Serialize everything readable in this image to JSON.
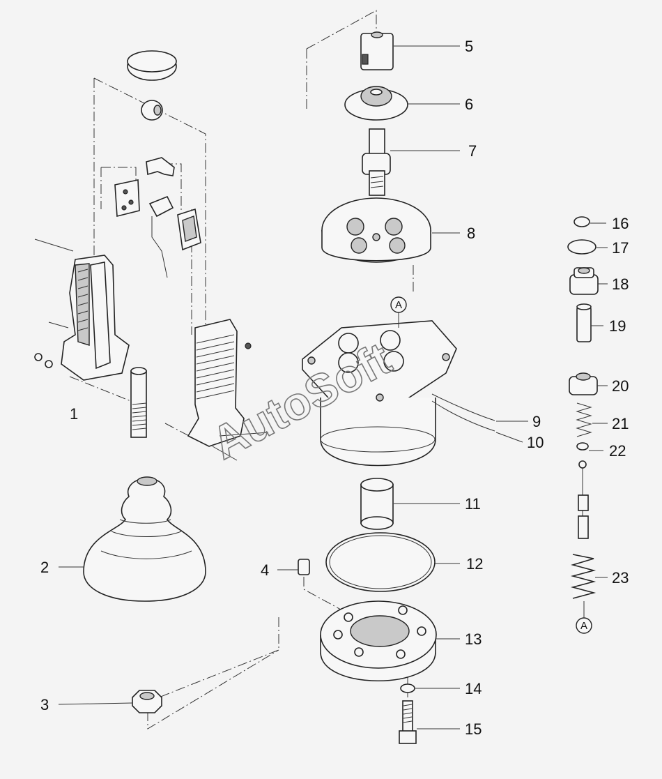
{
  "watermark": "AutoSoft",
  "ref_marker": "A",
  "callouts": [
    {
      "id": "1",
      "label": "1"
    },
    {
      "id": "2",
      "label": "2"
    },
    {
      "id": "3",
      "label": "3"
    },
    {
      "id": "4",
      "label": "4"
    },
    {
      "id": "5",
      "label": "5"
    },
    {
      "id": "6",
      "label": "6"
    },
    {
      "id": "7",
      "label": "7"
    },
    {
      "id": "8",
      "label": "8"
    },
    {
      "id": "9",
      "label": "9"
    },
    {
      "id": "10",
      "label": "10"
    },
    {
      "id": "11",
      "label": "11"
    },
    {
      "id": "12",
      "label": "12"
    },
    {
      "id": "13",
      "label": "13"
    },
    {
      "id": "14",
      "label": "14"
    },
    {
      "id": "15",
      "label": "15"
    },
    {
      "id": "16",
      "label": "16"
    },
    {
      "id": "17",
      "label": "17"
    },
    {
      "id": "18",
      "label": "18"
    },
    {
      "id": "19",
      "label": "19"
    },
    {
      "id": "20",
      "label": "20"
    },
    {
      "id": "21",
      "label": "21"
    },
    {
      "id": "22",
      "label": "22"
    },
    {
      "id": "23",
      "label": "23"
    }
  ]
}
